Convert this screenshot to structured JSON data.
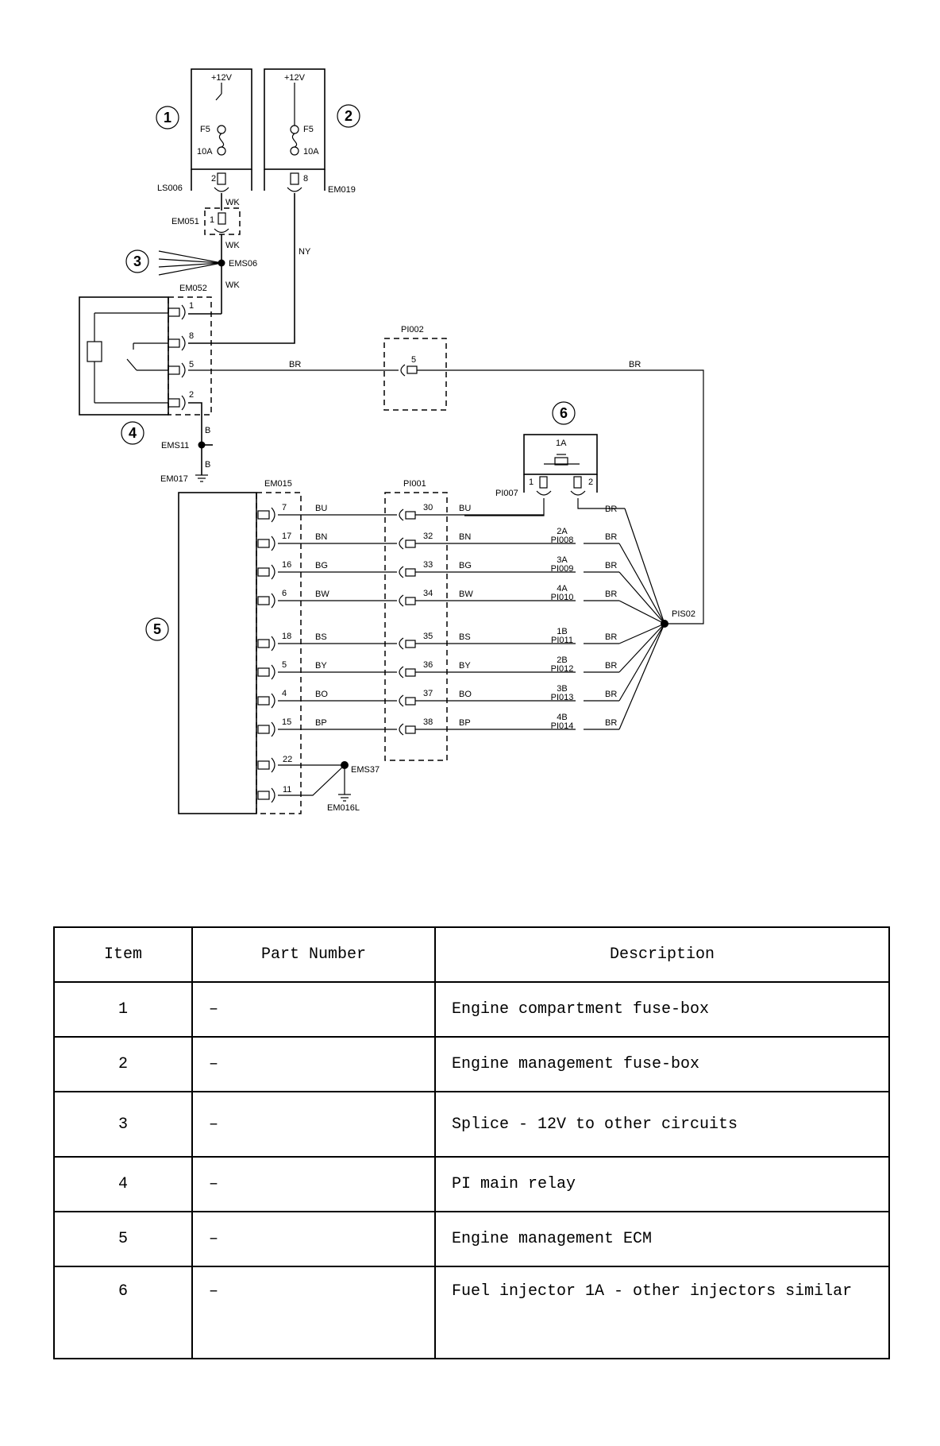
{
  "diagram": {
    "callouts": [
      "1",
      "2",
      "3",
      "4",
      "5",
      "6"
    ],
    "fuse1": {
      "supply": "+12V",
      "fuse": "F5",
      "rating": "10A",
      "pin": "2",
      "connector": "LS006"
    },
    "fuse2": {
      "supply": "+12V",
      "fuse": "F5",
      "rating": "10A",
      "pin": "8",
      "connector": "EM019"
    },
    "em051": {
      "connector": "EM051",
      "pin": "1",
      "wire_in": "WK",
      "wire_out": "WK"
    },
    "splice_ems06": {
      "name": "EMS06",
      "wire": "WK"
    },
    "ny_wire": "NY",
    "relay": {
      "connector": "EM052",
      "pins": [
        "1",
        "8",
        "5",
        "2"
      ]
    },
    "pi002": {
      "connector": "PI002",
      "pin": "5",
      "wire_left": "BR",
      "wire_right": "BR"
    },
    "ground": {
      "wire1": "B",
      "splice": "EMS11",
      "wire2": "B",
      "point": "EM017"
    },
    "injector": {
      "label": "1A",
      "connector": "PI007",
      "pin_left": "1",
      "pin_right": "2",
      "wire": "BR"
    },
    "ecm": {
      "connector": "EM015",
      "inline": "PI001",
      "splice": "PIS02",
      "rows": [
        {
          "ecm_pin": "7",
          "wire": "BU",
          "pi_pin": "30",
          "wire2": "BU",
          "inj": "",
          "conn": ""
        },
        {
          "ecm_pin": "17",
          "wire": "BN",
          "pi_pin": "32",
          "wire2": "BN",
          "inj": "2A",
          "conn": "PI008"
        },
        {
          "ecm_pin": "16",
          "wire": "BG",
          "pi_pin": "33",
          "wire2": "BG",
          "inj": "3A",
          "conn": "PI009"
        },
        {
          "ecm_pin": "6",
          "wire": "BW",
          "pi_pin": "34",
          "wire2": "BW",
          "inj": "4A",
          "conn": "PI010"
        },
        {
          "ecm_pin": "18",
          "wire": "BS",
          "pi_pin": "35",
          "wire2": "BS",
          "inj": "1B",
          "conn": "PI011"
        },
        {
          "ecm_pin": "5",
          "wire": "BY",
          "pi_pin": "36",
          "wire2": "BY",
          "inj": "2B",
          "conn": "PI012"
        },
        {
          "ecm_pin": "4",
          "wire": "BO",
          "pi_pin": "37",
          "wire2": "BO",
          "inj": "3B",
          "conn": "PI013"
        },
        {
          "ecm_pin": "15",
          "wire": "BP",
          "pi_pin": "38",
          "wire2": "BP",
          "inj": "4B",
          "conn": "PI014"
        }
      ],
      "return_wire": "BR",
      "ground_pins": [
        "22",
        "11"
      ],
      "ground_splice": "EMS37",
      "ground_point": "EM016L"
    }
  },
  "table": {
    "headers": [
      "Item",
      "Part Number",
      "Description"
    ],
    "rows": [
      {
        "item": "1",
        "part": "–",
        "desc": "Engine compartment fuse-box"
      },
      {
        "item": "2",
        "part": "–",
        "desc": "Engine management fuse-box"
      },
      {
        "item": "3",
        "part": "–",
        "desc": "Splice - 12V to other circuits"
      },
      {
        "item": "4",
        "part": "–",
        "desc": "PI main relay"
      },
      {
        "item": "5",
        "part": "–",
        "desc": "Engine management ECM"
      },
      {
        "item": "6",
        "part": "–",
        "desc": "Fuel injector 1A - other injectors similar"
      }
    ]
  }
}
